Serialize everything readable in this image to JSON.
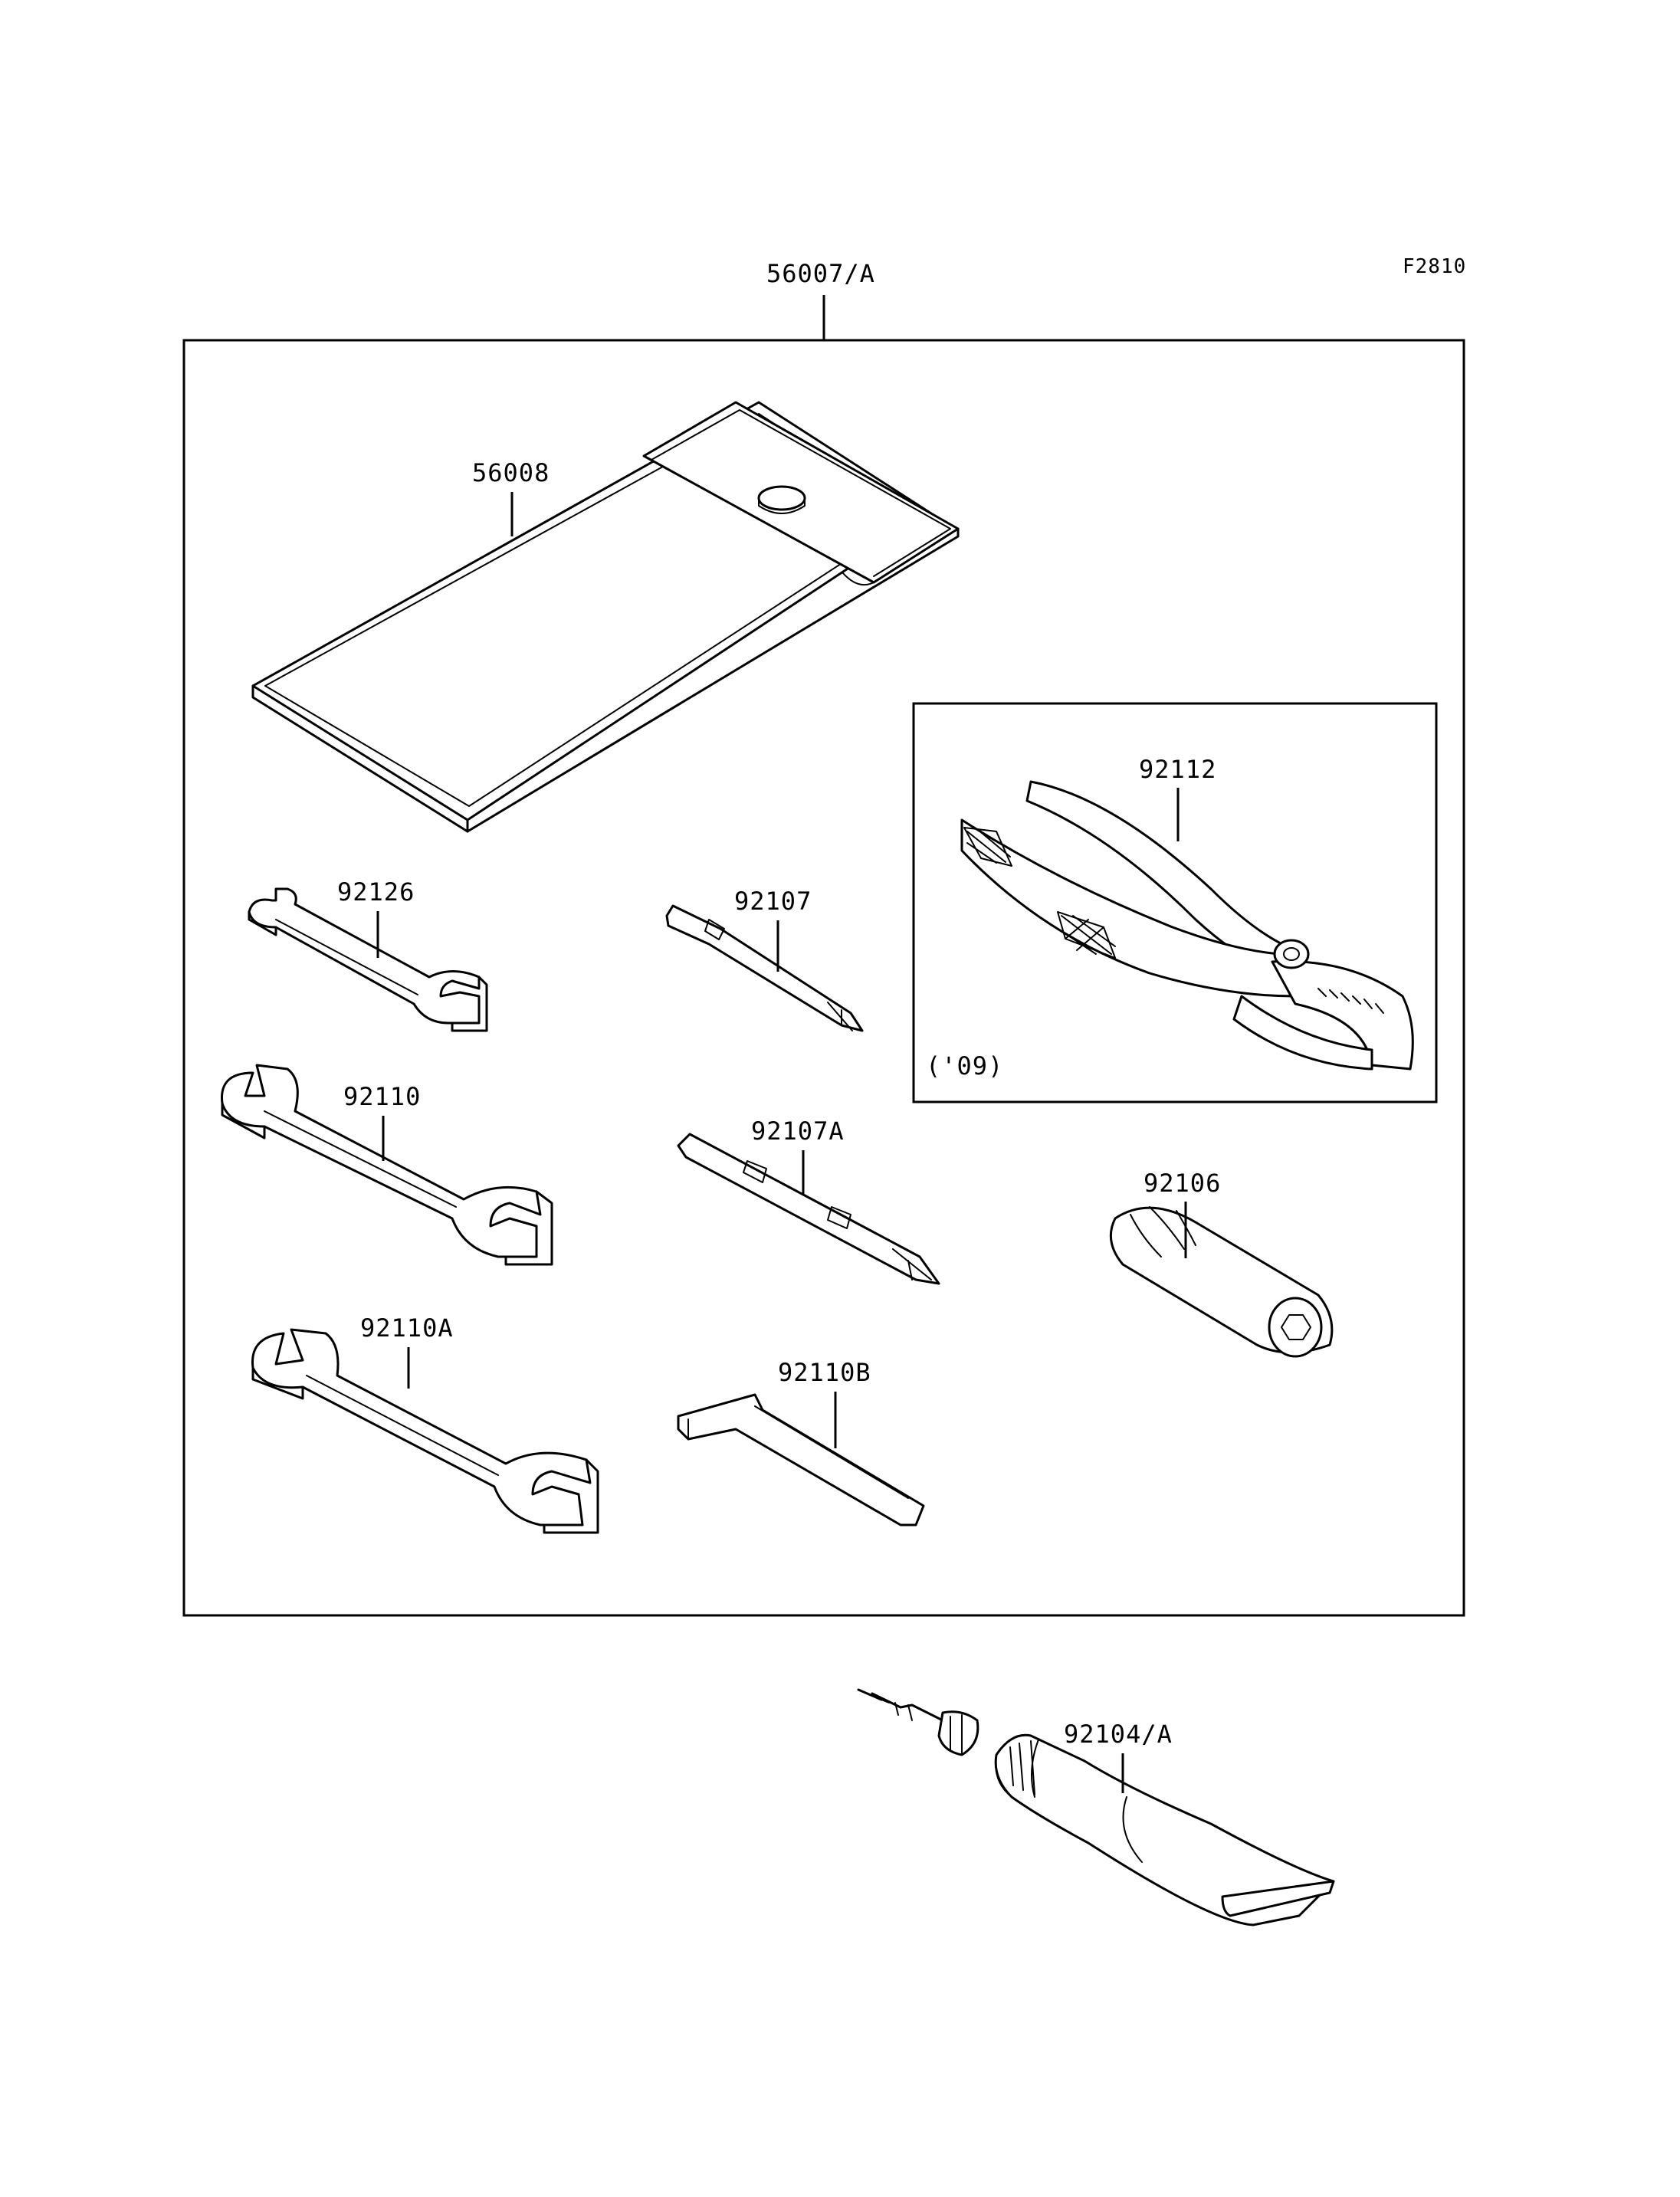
{
  "figure_ref": "F2810",
  "kit_label": "56007/A",
  "parts": {
    "case": "56008",
    "pliers": "92112",
    "pliers_note": "('09)",
    "wrench_small": "92126",
    "wrench_medium": "92110",
    "wrench_large": "92110A",
    "driver_bit": "92107",
    "driver_bit_long": "92107A",
    "hex_key": "92110B",
    "socket_handle": "92106",
    "grease_tube": "92104/A"
  }
}
